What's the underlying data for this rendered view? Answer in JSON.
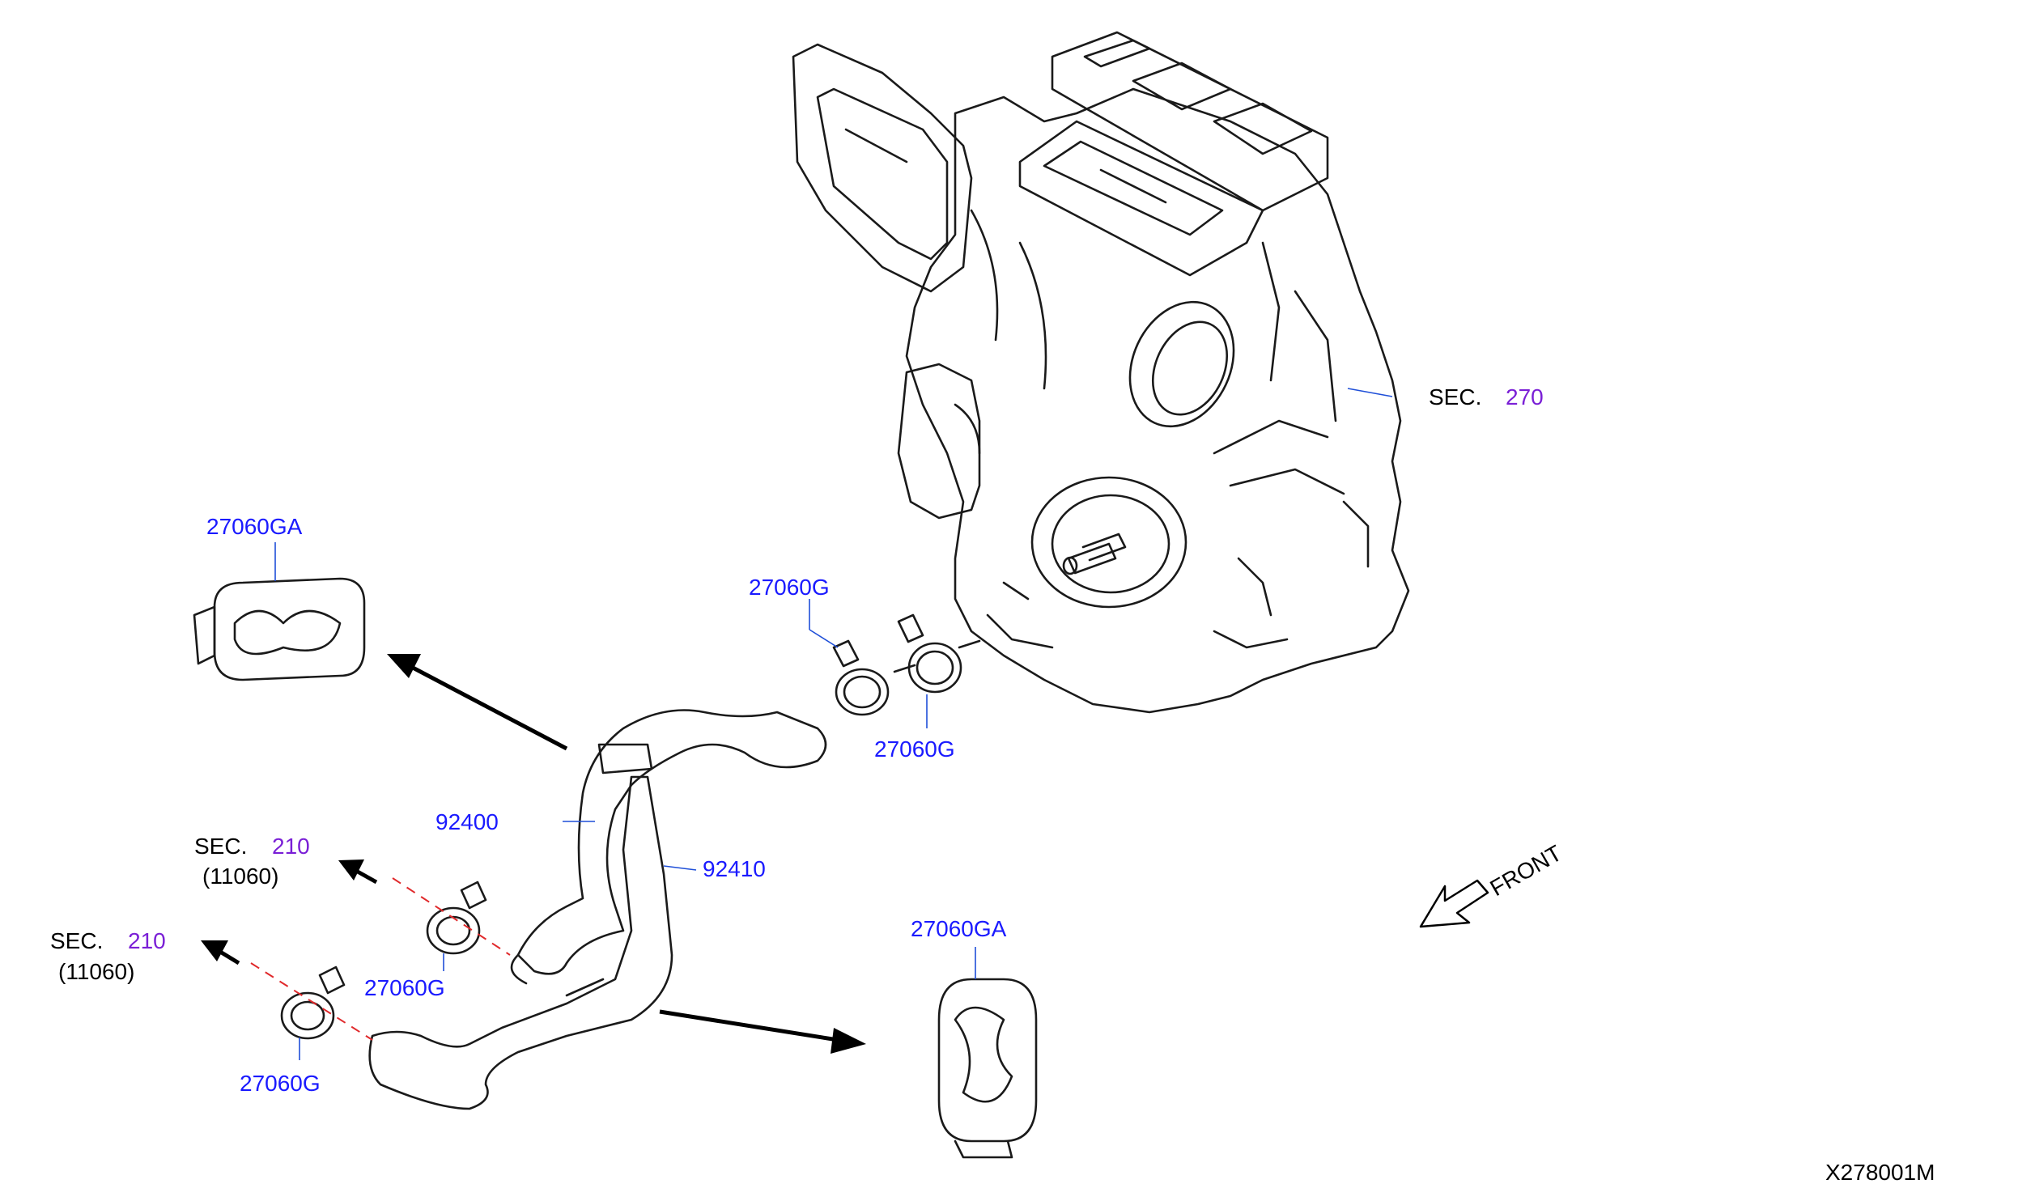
{
  "diagram_id": "X278001M",
  "labels": {
    "clip_ga_top": "27060GA",
    "clip_ga_bottom": "27060GA",
    "clamp_upper_a": "27060G",
    "clamp_upper_b": "27060G",
    "clamp_lower_a": "27060G",
    "clamp_lower_b": "27060G",
    "hose_inlet": "92400",
    "hose_outlet": "92410",
    "sec_270_prefix": "SEC.",
    "sec_270_num": "270",
    "sec_210_a_prefix": "SEC.",
    "sec_210_a_num": "210",
    "sec_210_a_sub": "(11060)",
    "sec_210_b_prefix": "SEC.",
    "sec_210_b_num": "210",
    "sec_210_b_sub": "(11060)",
    "front": "FRONT"
  },
  "colors": {
    "part_number": "#1a1aff",
    "section_number": "#7a1fd6",
    "leader": "#1f4fd8",
    "centerline": "#e0292b",
    "outline": "#1a1a1a"
  }
}
